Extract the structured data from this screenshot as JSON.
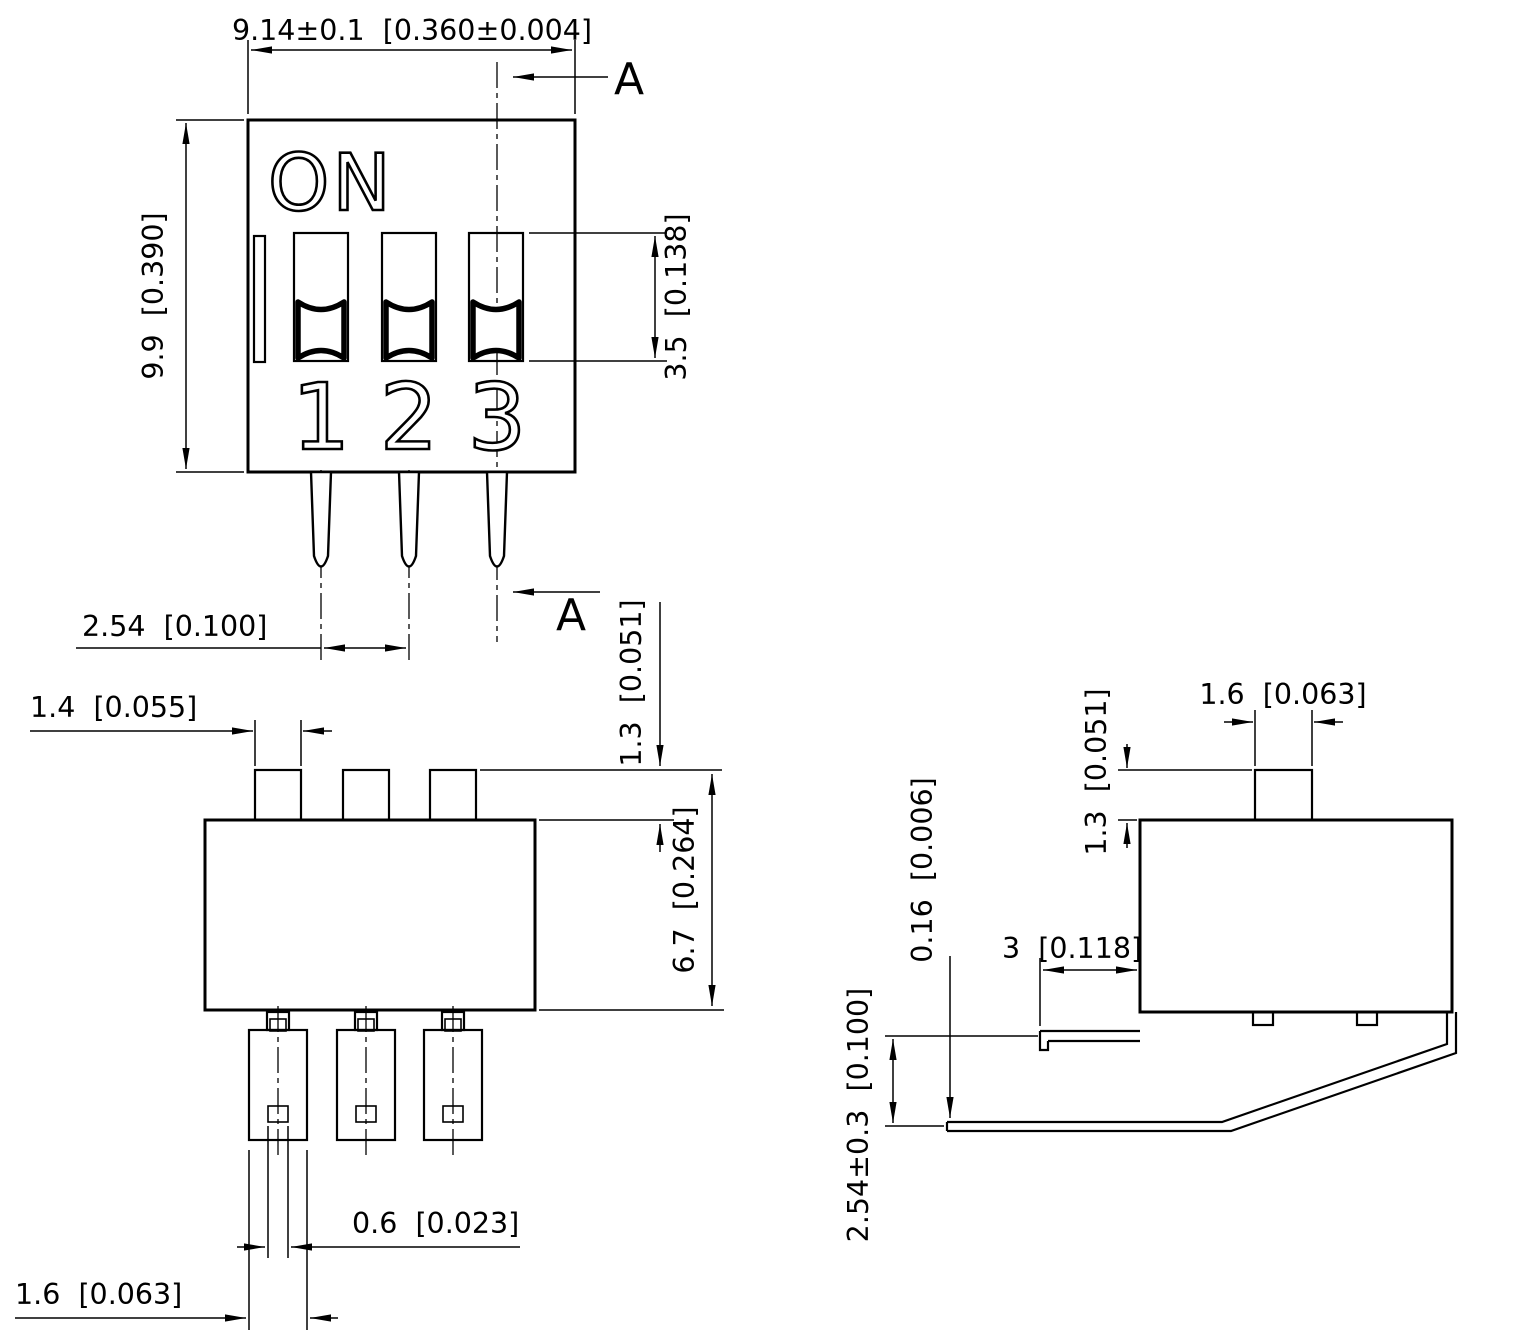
{
  "colors": {
    "line": "#000000",
    "background": "#ffffff"
  },
  "front_view": {
    "on_label": "ON",
    "positions": [
      "1",
      "2",
      "3"
    ],
    "section_label": "A",
    "dim_width": "9.14±0.1  [0.360±0.004]",
    "dim_height": "9.9  [0.390]",
    "dim_window_height": "3.5  [0.138]",
    "dim_pitch": "2.54  [0.100]"
  },
  "side_view": {
    "dim_knob_width": "1.4  [0.055]",
    "dim_knob_height": "1.3  [0.051]",
    "dim_body_height": "6.7  [0.264]",
    "dim_tip_width": "0.6  [0.023]",
    "dim_lead_width": "1.6  [0.063]"
  },
  "end_view": {
    "dim_knob_width": "1.6  [0.063]",
    "dim_knob_height": "1.3  [0.051]",
    "dim_lead_thickness": "0.16  [0.006]",
    "dim_lead_extension": "3  [0.118]",
    "dim_row_pitch": "2.54±0.3  [0.100]"
  }
}
